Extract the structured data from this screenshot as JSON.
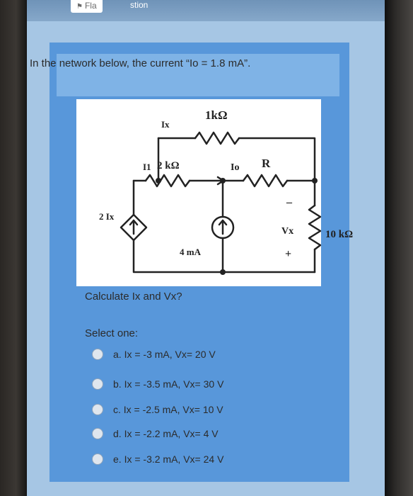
{
  "header": {
    "flag_label": "Fla",
    "question_label": "stion"
  },
  "question": {
    "statement": "In the network below, the current “Io = 1.8 mA”.",
    "prompt": "Calculate Ix and Vx?",
    "select_label": "Select one:"
  },
  "circuit": {
    "r_top": "1kΩ",
    "r_left": "2 kΩ",
    "r_mid": "R",
    "r_right": "10 kΩ",
    "label_ix": "Ix",
    "label_i1": "I1",
    "label_io": "Io",
    "label_vx": "Vx",
    "label_minus": "–",
    "label_plus": "+",
    "dependent_source": "2 Ix",
    "current_source": "4 mA"
  },
  "options": [
    {
      "label": "a. Ix = -3 mA, Vx= 20 V"
    },
    {
      "label": "b. Ix = -3.5 mA, Vx= 30 V"
    },
    {
      "label": "c. Ix = -2.5 mA, Vx= 10 V"
    },
    {
      "label": "d. Ix = -2.2 mA, Vx= 4 V"
    },
    {
      "label": "e. Ix = -3.2 mA, Vx= 24 V"
    }
  ]
}
